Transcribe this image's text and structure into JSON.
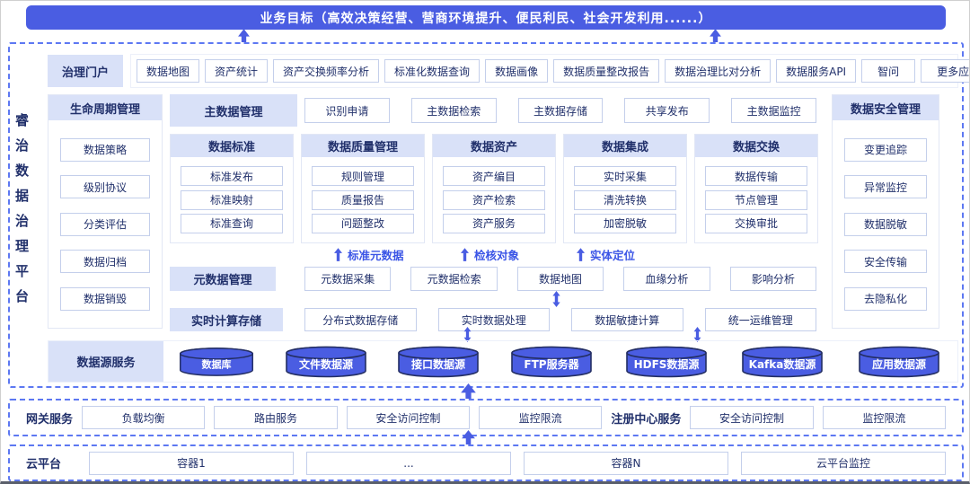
{
  "banner": {
    "title": "业务目标（高效决策经营、营商环境提升、便民利民、社会开发利用......）"
  },
  "platform": {
    "vertical_title": "睿治数据治理平台",
    "portal": {
      "label": "治理门户",
      "items": [
        "数据地图",
        "资产统计",
        "资产交换频率分析",
        "标准化数据查询",
        "数据画像",
        "数据质量整改报告",
        "数据治理比对分析",
        "数据服务API",
        "智问",
        "更多应用"
      ]
    },
    "lifecycle": {
      "label": "生命周期管理",
      "items": [
        "数据策略",
        "级别协议",
        "分类评估",
        "数据归档",
        "数据销毁"
      ]
    },
    "master_data": {
      "label": "主数据管理",
      "items": [
        "识别申请",
        "主数据检索",
        "主数据存储",
        "共享发布",
        "主数据监控"
      ]
    },
    "capability_columns": [
      {
        "label": "数据标准",
        "items": [
          "标准发布",
          "标准映射",
          "标准查询"
        ]
      },
      {
        "label": "数据质量管理",
        "items": [
          "规则管理",
          "质量报告",
          "问题整改"
        ]
      },
      {
        "label": "数据资产",
        "items": [
          "资产编目",
          "资产检索",
          "资产服务"
        ]
      },
      {
        "label": "数据集成",
        "items": [
          "实时采集",
          "清洗转换",
          "加密脱敏"
        ]
      },
      {
        "label": "数据交换",
        "items": [
          "数据传输",
          "节点管理",
          "交换审批"
        ]
      }
    ],
    "flow_labels": [
      "标准元数据",
      "检核对象",
      "实体定位"
    ],
    "metadata": {
      "label": "元数据管理",
      "items": [
        "元数据采集",
        "元数据检索",
        "数据地图",
        "血缘分析",
        "影响分析"
      ]
    },
    "realtime": {
      "label": "实时计算存储",
      "items": [
        "分布式数据存储",
        "实时数据处理",
        "数据敏捷计算",
        "统一运维管理"
      ]
    },
    "security": {
      "label": "数据安全管理",
      "items": [
        "变更追踪",
        "异常监控",
        "数据脱敏",
        "安全传输",
        "去隐私化"
      ]
    },
    "datasource": {
      "label": "数据源服务",
      "items": [
        "数据库",
        "文件数据源",
        "接口数据源",
        "FTP服务器",
        "HDFS数据源",
        "Kafka数据源",
        "应用数据源"
      ]
    }
  },
  "gateway": {
    "label": "网关服务",
    "items": [
      "负载均衡",
      "路由服务",
      "安全访问控制",
      "监控限流"
    ],
    "registry_label": "注册中心服务",
    "registry_items": [
      "安全访问控制",
      "监控限流"
    ]
  },
  "cloud": {
    "label": "云平台",
    "items": [
      "容器1",
      "...",
      "容器N",
      "云平台监控"
    ]
  },
  "colors": {
    "accent_blue": "#4a5de2",
    "header_bg": "#d9e1f8",
    "navy_text": "#21306b",
    "box_border": "#c4cfeb",
    "dashed_border": "#5d78f2",
    "flow_label_blue": "#3b55e6"
  }
}
